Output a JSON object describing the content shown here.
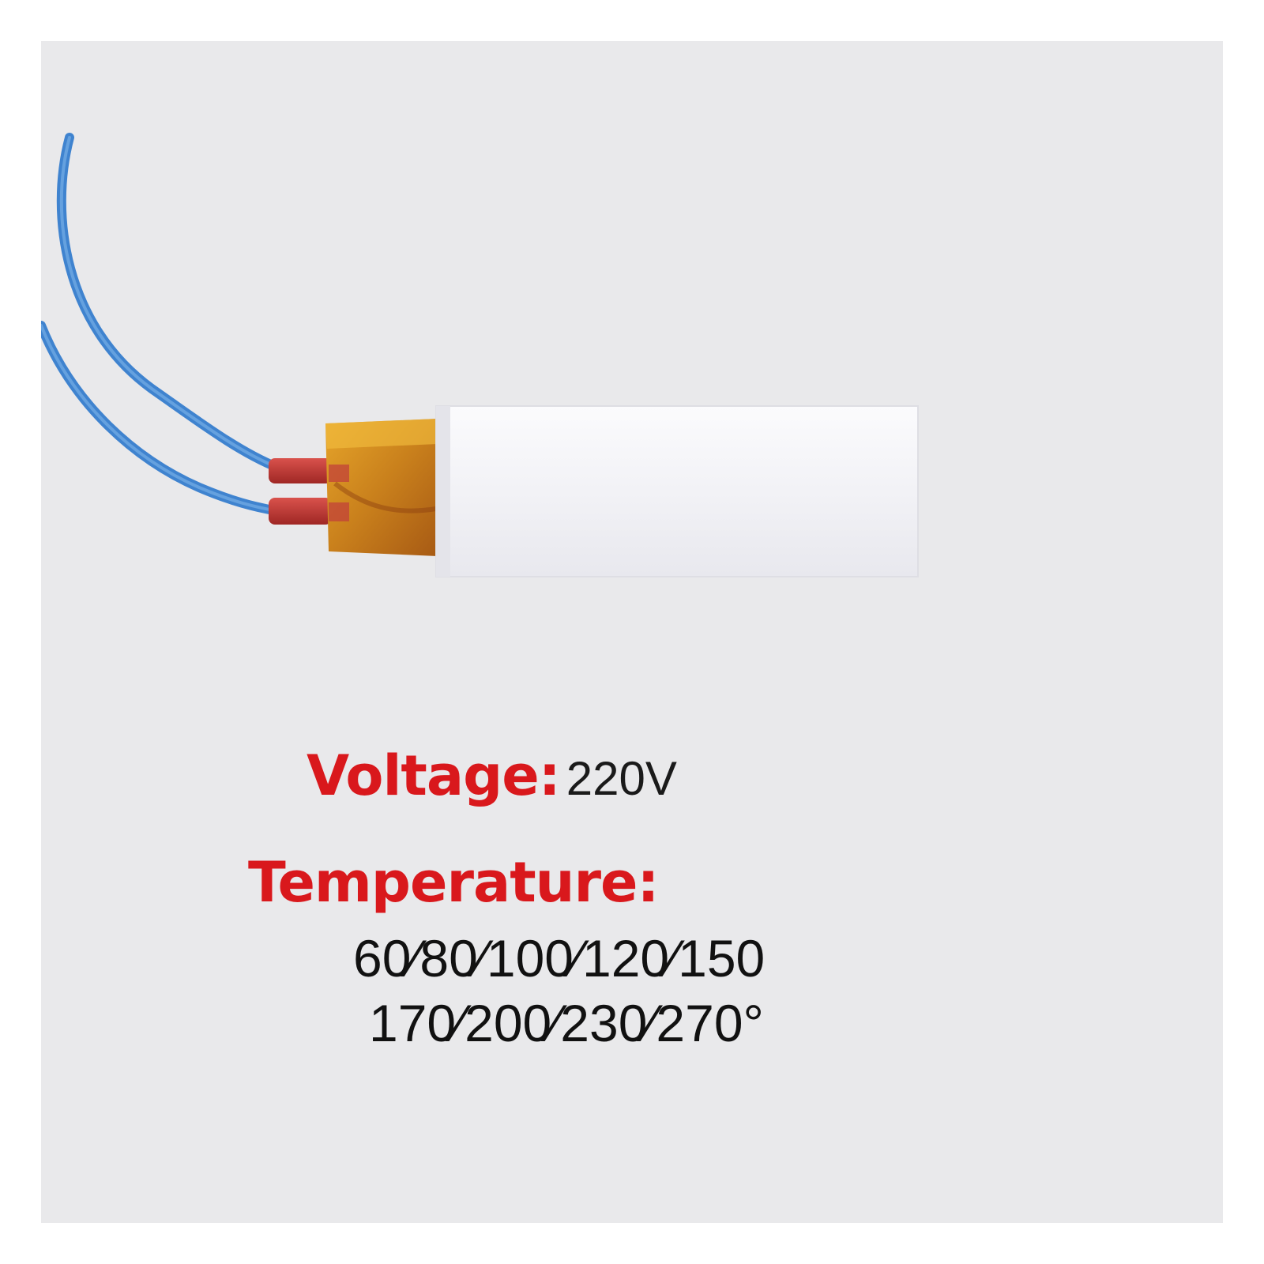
{
  "specs": {
    "voltage_label": "Voltage:",
    "voltage_value": "220V",
    "temperature_label": "Temperature:",
    "temperature_line_1": "60⁄80⁄100⁄120⁄150",
    "temperature_line_2": "170⁄200⁄230⁄270°"
  },
  "colors": {
    "label_red": "#d9181c",
    "value_black": "#111111",
    "background": "#e9e9eb",
    "wire_blue": "#4a8fd6",
    "kapton_amber": "#d08a18",
    "sleeve_red": "#c43a36",
    "ceramic_white": "#f7f7f9"
  },
  "icons": {
    "product": "ptc-ceramic-heater-element"
  }
}
